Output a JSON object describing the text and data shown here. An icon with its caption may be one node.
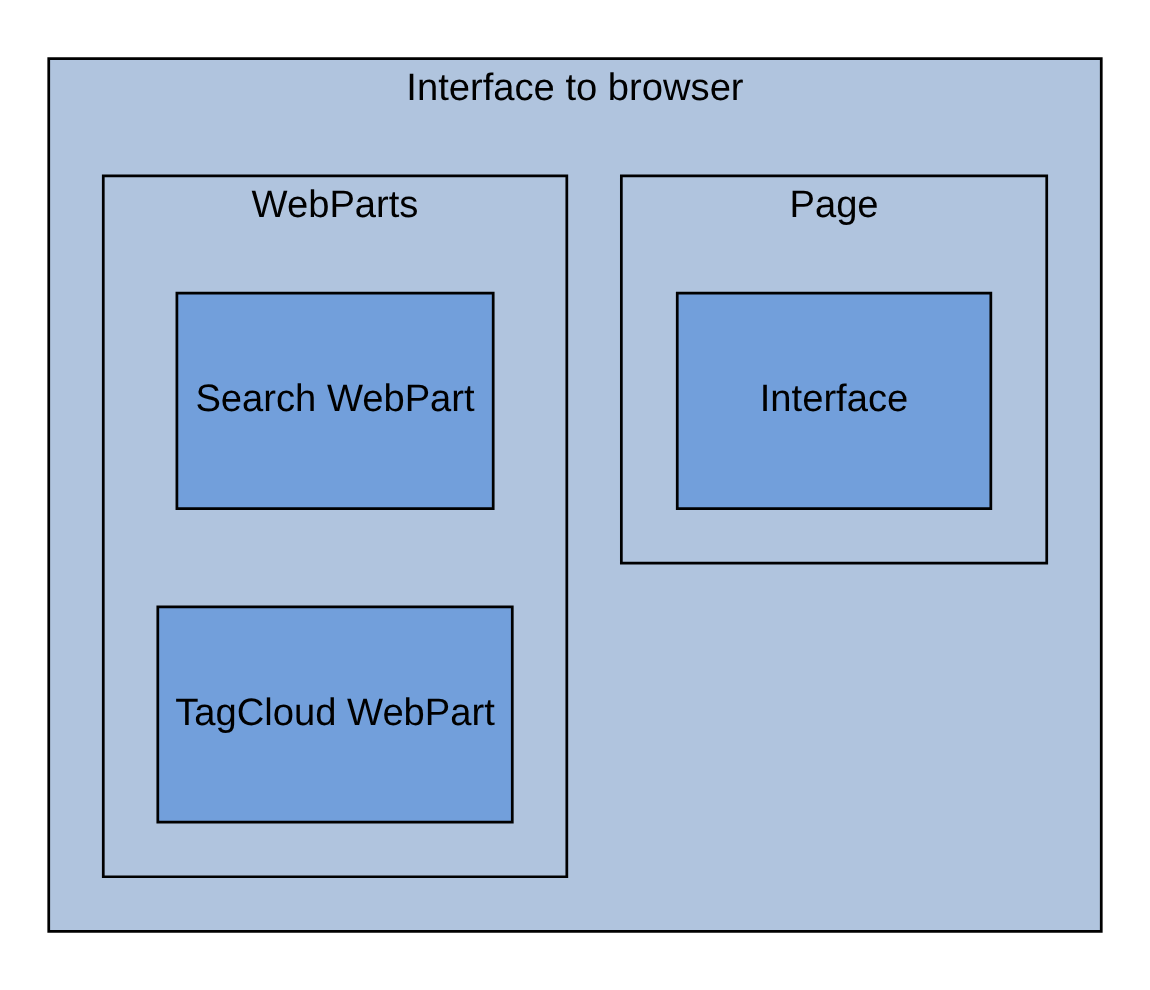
{
  "diagram": {
    "nodes": [
      {
        "text": [
          "Interface to browser"
        ]
      },
      {
        "text": [
          "Page"
        ],
        "in": 0
      },
      {
        "text": [
          "Interface"
        ],
        "in": 1
      },
      {
        "text": [
          "WebParts"
        ],
        "in": 0
      },
      {
        "text": [
          "Search WebPart"
        ],
        "in": 3
      },
      {
        "text": [
          "TagCloud WebPart"
        ],
        "in": 3
      }
    ]
  }
}
